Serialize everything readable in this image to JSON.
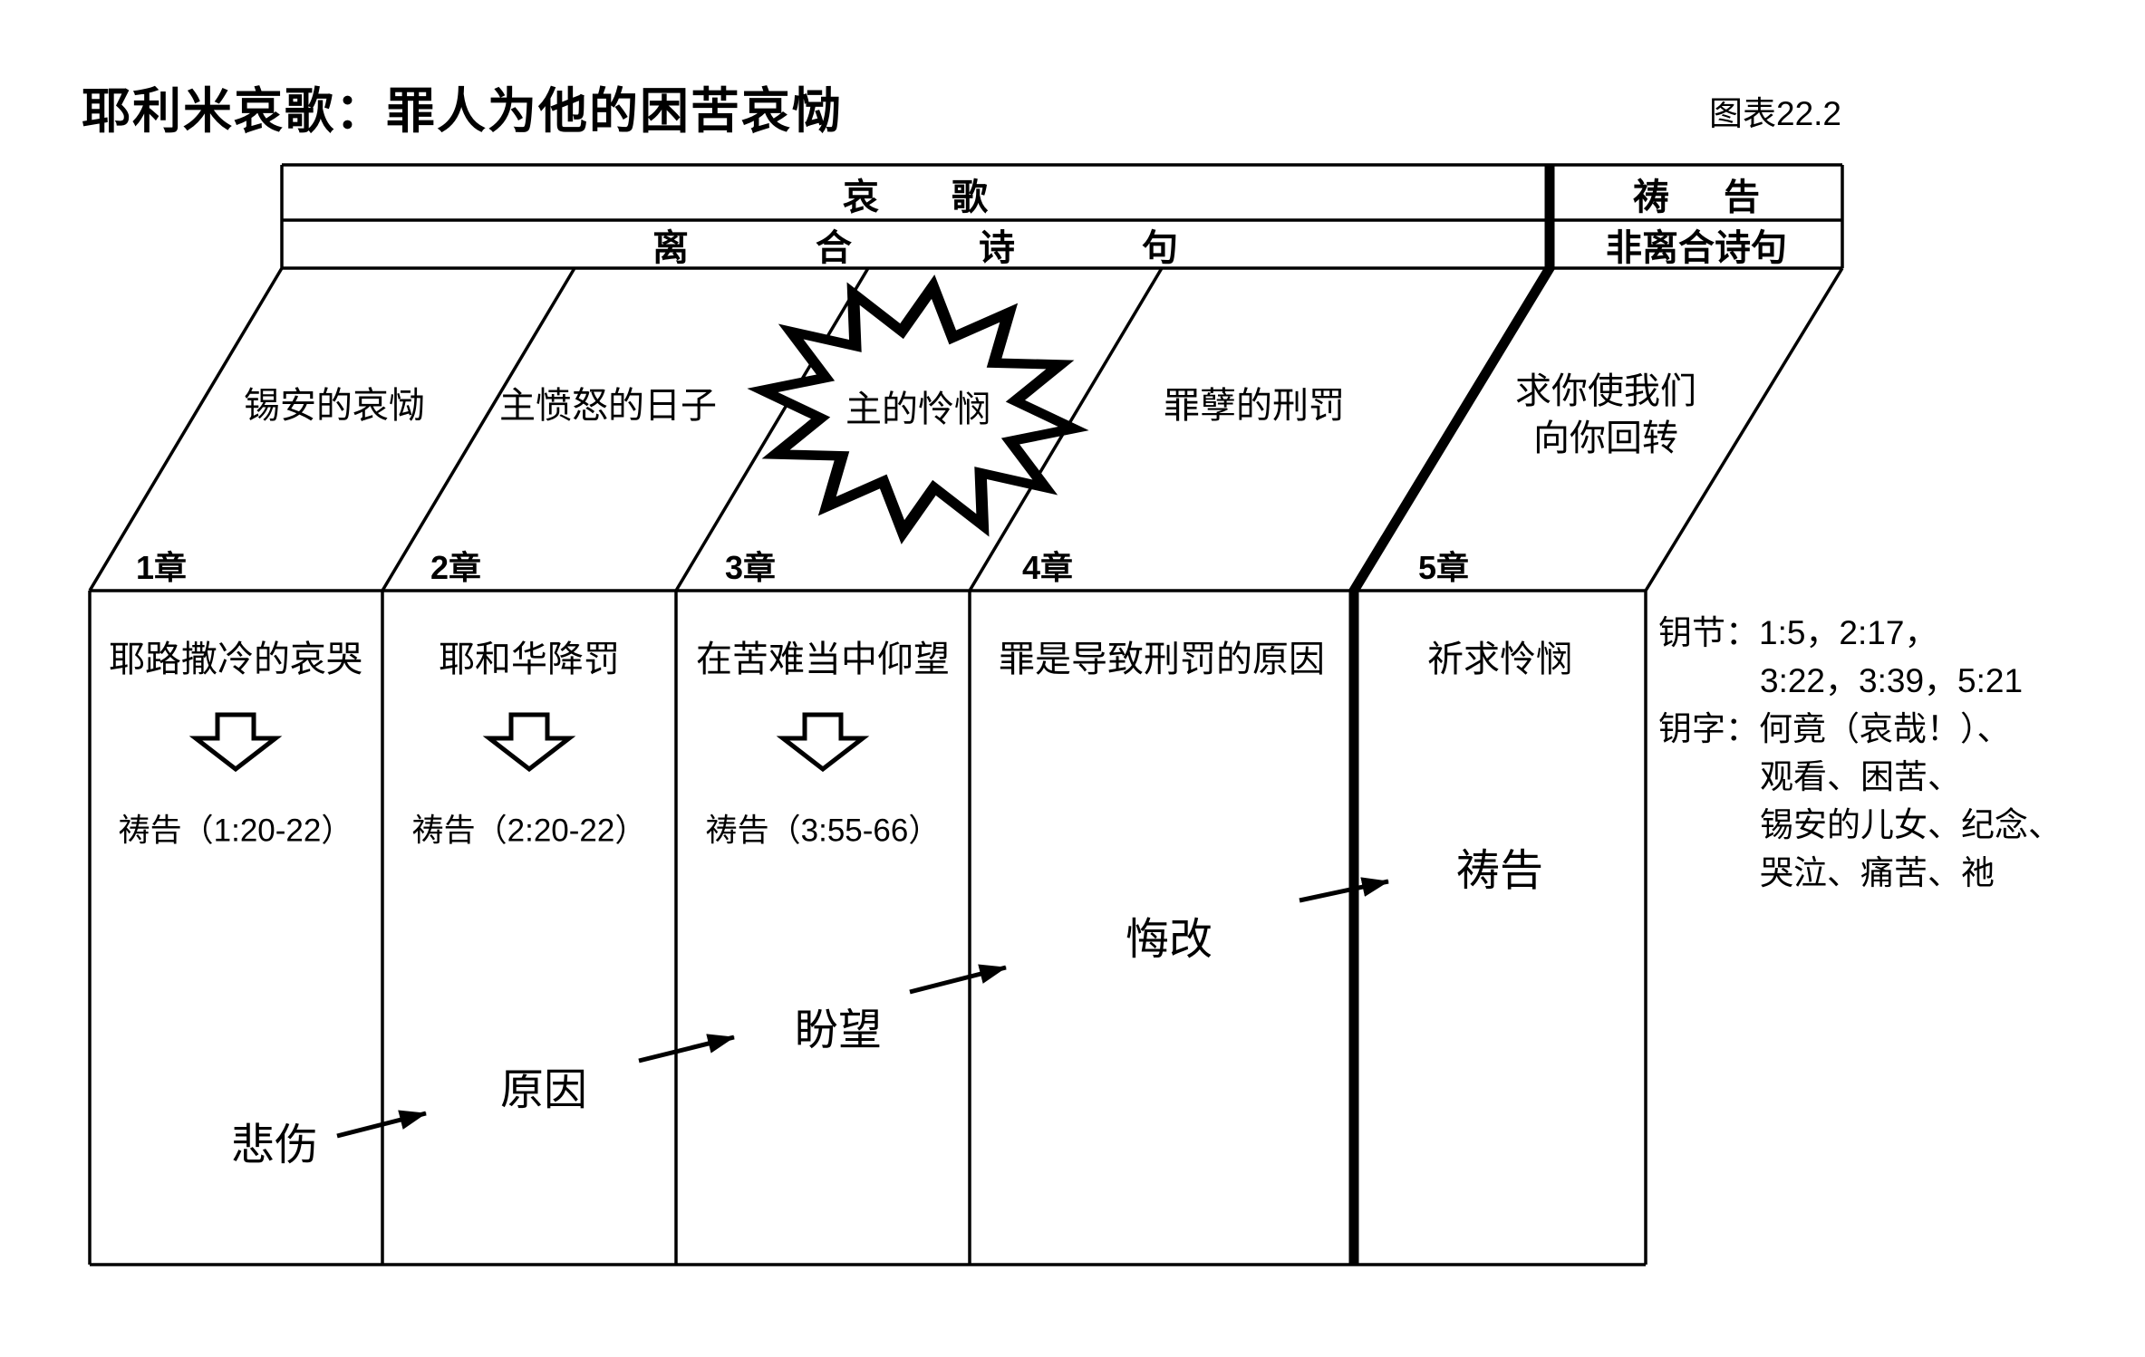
{
  "page": {
    "title": "耶利米哀歌：罪人为他的困苦哀恸",
    "chart_label": "图表22.2"
  },
  "header": {
    "song_title": "哀歌",
    "acrostic": "离合诗句",
    "prayer_title": "祷告",
    "non_acrostic": "非离合诗句"
  },
  "bands": [
    {
      "theme": "锡安的哀恸",
      "chapter": "1章"
    },
    {
      "theme": "主愤怒的日子",
      "chapter": "2章"
    },
    {
      "theme": "主的怜悯",
      "chapter": "3章"
    },
    {
      "theme": "罪孽的刑罚",
      "chapter": "4章"
    },
    {
      "theme": "求你使我们\n向你回转",
      "chapter": "5章"
    }
  ],
  "columns": [
    {
      "heading": "耶路撒冷的哀哭",
      "prayer": "祷告（1:20-22）",
      "progression": "悲伤"
    },
    {
      "heading": "耶和华降罚",
      "prayer": "祷告（2:20-22）",
      "progression": "原因"
    },
    {
      "heading": "在苦难当中仰望",
      "prayer": "祷告（3:55-66）",
      "progression": "盼望"
    },
    {
      "heading": "罪是导致刑罚的原因",
      "progression": "悔改"
    },
    {
      "heading": "祈求怜悯",
      "progression": "祷告"
    }
  ],
  "notes": {
    "key_verse_line1": "钥节：1:5，2:17，",
    "key_verse_line2": "3:22，3:39，5:21",
    "key_word_line1": "钥字：何竟（哀哉！）、",
    "key_word_line2": "观看、困苦、",
    "key_word_line3": "锡安的儿女、纪念、",
    "key_word_line4": "哭泣、痛苦、祂"
  }
}
